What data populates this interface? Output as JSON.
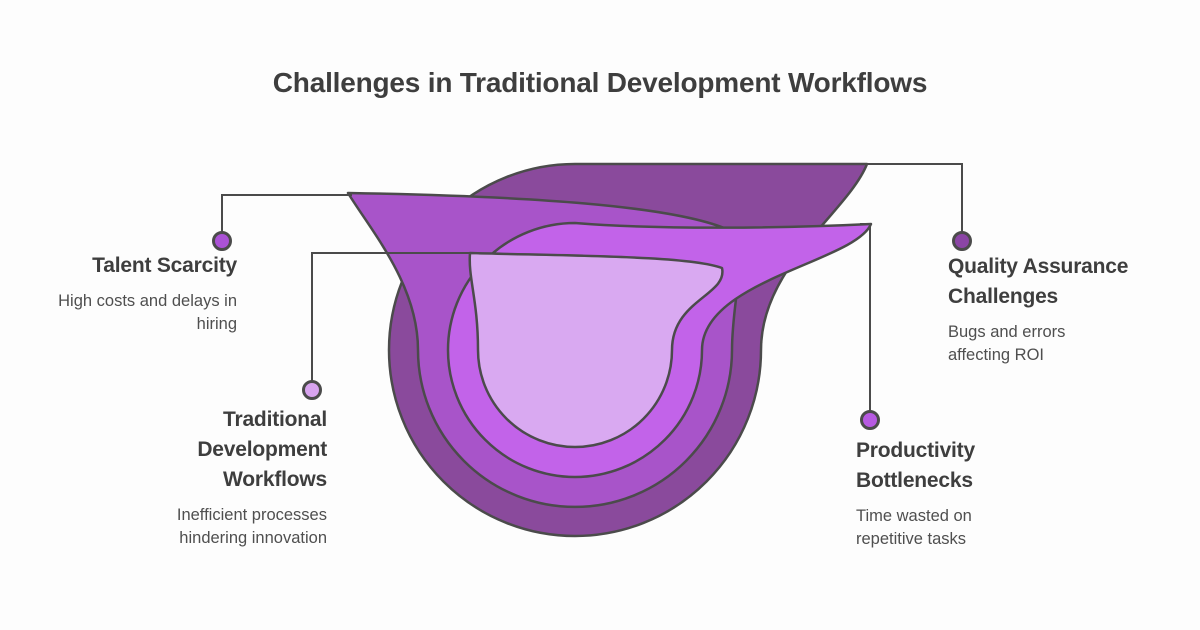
{
  "title": "Challenges in Traditional Development Workflows",
  "funnel": {
    "stroke_color": "#4b4b4b",
    "layers": [
      {
        "label": "Quality Assurance Challenges layer (outer)",
        "color": "#8a4a9c"
      },
      {
        "label": "Talent Scarcity layer",
        "color": "#a854c9"
      },
      {
        "label": "Productivity Bottlenecks layer",
        "color": "#c263e9"
      },
      {
        "label": "Traditional Development Workflows layer (inner)",
        "color": "#d9a9f1"
      }
    ]
  },
  "callouts": [
    {
      "id": "talent-scarcity",
      "title_lines": [
        "Talent Scarcity"
      ],
      "desc_lines": [
        "High costs and delays in",
        "hiring"
      ],
      "dot_color": "#ab52d6"
    },
    {
      "id": "traditional-development-workflows",
      "title_lines": [
        "Traditional",
        "Development",
        "Workflows"
      ],
      "desc_lines": [
        "Inefficient processes",
        "hindering innovation"
      ],
      "dot_color": "#d8a3ef"
    },
    {
      "id": "quality-assurance-challenges",
      "title_lines": [
        "Quality Assurance",
        "Challenges"
      ],
      "desc_lines": [
        "Bugs and errors",
        "affecting ROI"
      ],
      "dot_color": "#8b45a5"
    },
    {
      "id": "productivity-bottlenecks",
      "title_lines": [
        "Productivity",
        "Bottlenecks"
      ],
      "desc_lines": [
        "Time wasted on",
        "repetitive tasks"
      ],
      "dot_color": "#b75ae2"
    }
  ],
  "text_colors": {
    "heading": "#3e3e3e",
    "body": "#4f4f4f"
  }
}
